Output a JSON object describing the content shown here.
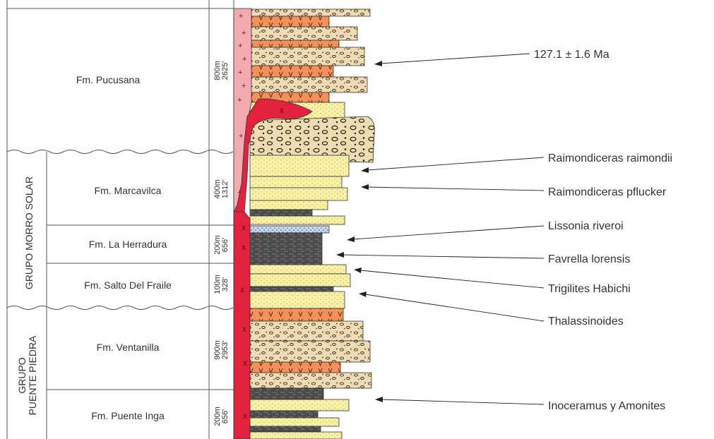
{
  "groups": [
    {
      "id": "morro-solar",
      "label": "GRUPO MORRO SOLAR"
    },
    {
      "id": "puente-piedra",
      "label_line1": "GRUPO",
      "label_line2": "PUENTE PIEDRA"
    }
  ],
  "formations": [
    {
      "id": "pucusana",
      "name": "Fm. Pucusana",
      "thickness_m": "800m",
      "thickness_ft": "2625'"
    },
    {
      "id": "marcavilca",
      "name": "Fm. Marcavilca",
      "thickness_m": "400m",
      "thickness_ft": "1312'"
    },
    {
      "id": "la-herradura",
      "name": "Fm. La Herradura",
      "thickness_m": "200m",
      "thickness_ft": "656'"
    },
    {
      "id": "salto-del-fraile",
      "name": "Fm. Salto Del Fraile",
      "thickness_m": "100m",
      "thickness_ft": "328'"
    },
    {
      "id": "ventanilla",
      "name": "Fm. Ventanilla",
      "thickness_m": "900m",
      "thickness_ft": "2953'"
    },
    {
      "id": "puente-inga",
      "name": "Fm. Puente Inga",
      "thickness_m": "200m",
      "thickness_ft": "656'"
    }
  ],
  "annotations": [
    {
      "id": "age",
      "label": "127.1 ± 1.6 Ma"
    },
    {
      "id": "raimondii",
      "label": "Raimondiceras raimondii"
    },
    {
      "id": "pflucker",
      "label": "Raimondiceras pflucker"
    },
    {
      "id": "lissonia",
      "label": "Lissonia riveroi"
    },
    {
      "id": "favrella",
      "label": "Favrella lorensis"
    },
    {
      "id": "trigilites",
      "label": "Trigilites Habichi"
    },
    {
      "id": "thalassinoides",
      "label": "Thalassinoides"
    },
    {
      "id": "inoceramus",
      "label": "Inoceramus y Amonites"
    }
  ],
  "colors": {
    "volcanic_orange": "#f2915a",
    "conglomerate": "#efdcb4",
    "sandstone": "#f8f0a5",
    "shale": "#4a4a4a",
    "intrusive_red": "#e3233e",
    "intrusive_pink": "#f4aab0",
    "tuff_blue": "#c9d6ec"
  }
}
